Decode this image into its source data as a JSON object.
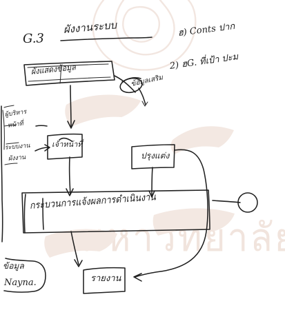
{
  "diagram": {
    "title": "G.3",
    "heading": "ผังงานระบบ",
    "note_line_1": "ฮ) Conts ปาก",
    "note_line_2": "2) ฮG. ที่เป้า ปะม",
    "left_note_1": "ผู้บริหาร",
    "left_note_2": "หน้าที่",
    "left_note_3": "ระบบงาน",
    "left_note_4": "ผังงาน",
    "bottom_left_note_1": "ข้อมูล",
    "bottom_left_note_2": "Nayna.",
    "top_box_label": "ผังแสดงข้อมูล",
    "middle_left_box_label": "เจ้าหน้าที่",
    "middle_right_box_label": "ปรุงแต่ง",
    "large_box_label": "กระบวนการแจ้งผลการดำเนินงาน",
    "bottom_box_label": "รายงาน",
    "connector_label": "ข้อมูลเสริม"
  },
  "watermark": {
    "text": "มหาวิทยาลัย",
    "color": "#f1e4dd"
  }
}
